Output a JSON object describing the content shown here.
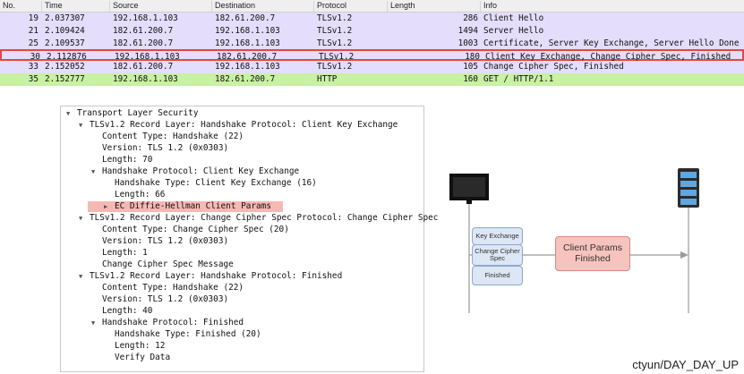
{
  "packet_list": {
    "columns": [
      "No.",
      "Time",
      "Source",
      "Destination",
      "Protocol",
      "Length",
      "Info"
    ],
    "rows": [
      {
        "no": "19",
        "time": "2.037307",
        "source": "192.168.1.103",
        "destination": "182.61.200.7",
        "protocol": "TLSv1.2",
        "length": "286",
        "info": "Client Hello",
        "color": "#e4ddfb"
      },
      {
        "no": "21",
        "time": "2.109424",
        "source": "182.61.200.7",
        "destination": "192.168.1.103",
        "protocol": "TLSv1.2",
        "length": "1494",
        "info": "Server Hello",
        "color": "#e4ddfb"
      },
      {
        "no": "25",
        "time": "2.109537",
        "source": "182.61.200.7",
        "destination": "192.168.1.103",
        "protocol": "TLSv1.2",
        "length": "1003",
        "info": "Certificate, Server Key Exchange, Server Hello Done",
        "color": "#e4ddfb"
      },
      {
        "no": "30",
        "time": "2.112876",
        "source": "192.168.1.103",
        "destination": "182.61.200.7",
        "protocol": "TLSv1.2",
        "length": "180",
        "info": "Client Key Exchange, Change Cipher Spec, Finished",
        "color": "#e4ddfb"
      },
      {
        "no": "33",
        "time": "2.152052",
        "source": "182.61.200.7",
        "destination": "192.168.1.103",
        "protocol": "TLSv1.2",
        "length": "105",
        "info": "Change Cipher Spec, Finished",
        "color": "#e4ddfb"
      },
      {
        "no": "35",
        "time": "2.152777",
        "source": "192.168.1.103",
        "destination": "182.61.200.7",
        "protocol": "HTTP",
        "length": "160",
        "info": "GET / HTTP/1.1",
        "color": "#c7f1a3"
      }
    ],
    "selected_outline_color": "#e0483e"
  },
  "details": {
    "lines": [
      {
        "text": "Transport Layer Security",
        "expanded": true
      },
      {
        "text": "TLSv1.2 Record Layer: Handshake Protocol: Client Key Exchange",
        "expanded": true
      },
      {
        "text": "Content Type: Handshake (22)"
      },
      {
        "text": "Version: TLS 1.2 (0x0303)"
      },
      {
        "text": "Length: 70"
      },
      {
        "text": "Handshake Protocol: Client Key Exchange",
        "expanded": true
      },
      {
        "text": "Handshake Type: Client Key Exchange (16)"
      },
      {
        "text": "Length: 66"
      },
      {
        "text": "EC Diffie-Hellman Client Params",
        "expanded": false
      },
      {
        "text": "TLSv1.2 Record Layer: Change Cipher Spec Protocol: Change Cipher Spec",
        "expanded": true
      },
      {
        "text": "Content Type: Change Cipher Spec (20)"
      },
      {
        "text": "Version: TLS 1.2 (0x0303)"
      },
      {
        "text": "Length: 1"
      },
      {
        "text": "Change Cipher Spec Message"
      },
      {
        "text": "TLSv1.2 Record Layer: Handshake Protocol: Finished",
        "expanded": true
      },
      {
        "text": "Content Type: Handshake (22)"
      },
      {
        "text": "Version: TLS 1.2 (0x0303)"
      },
      {
        "text": "Length: 40"
      },
      {
        "text": "Handshake Protocol: Finished",
        "expanded": true
      },
      {
        "text": "Handshake Type: Finished (20)"
      },
      {
        "text": "Length: 12"
      },
      {
        "text": "Verify Data"
      }
    ]
  },
  "diagram": {
    "messages": [
      "Key Exchange",
      "Change Cipher Spec",
      "Finished"
    ],
    "summary": "Client Params Finished",
    "client_icon": "monitor-icon",
    "server_icon": "server-icon"
  },
  "watermark": "ctyun/DAY_DAY_UP"
}
